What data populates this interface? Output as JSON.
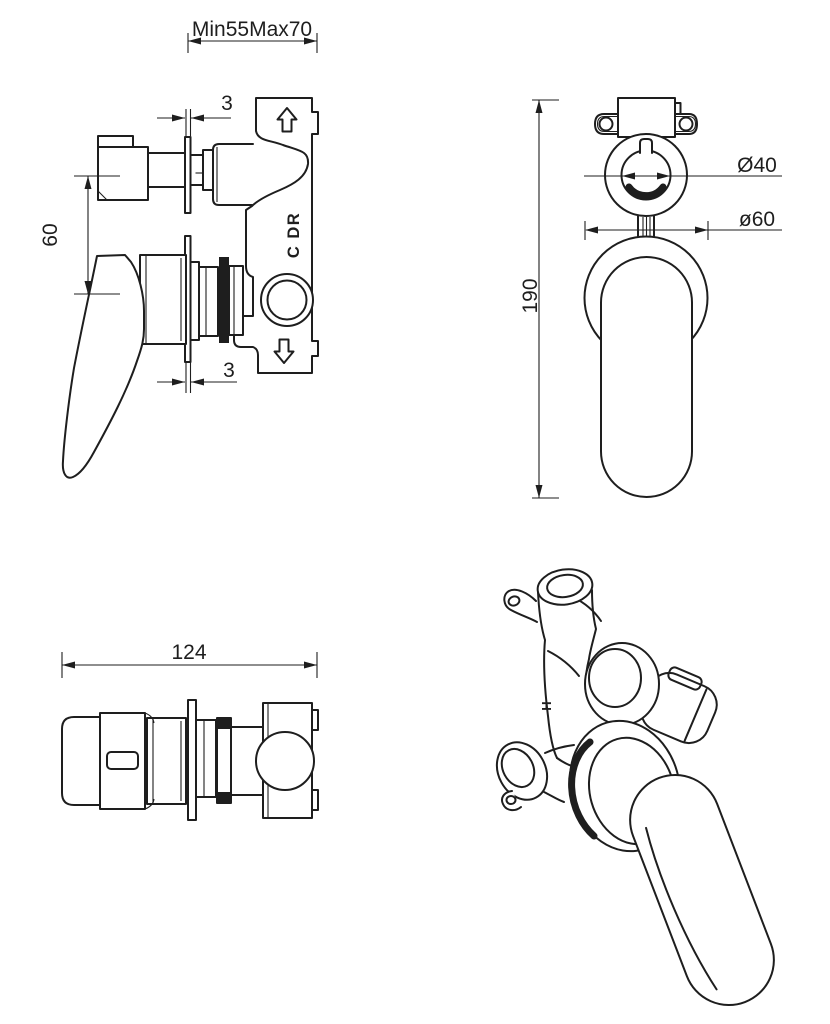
{
  "page": {
    "background": "#ffffff",
    "line_color": "#1e1e1e"
  },
  "views": {
    "side": {
      "dim_depth_range": "Min55Max70",
      "dim_plate_top": "3",
      "dim_plate_bottom": "3",
      "dim_axis_spacing": "60",
      "port_marking": "C DR"
    },
    "front": {
      "dim_height": "190",
      "dim_bore": "Ø40",
      "dim_escutcheon": "ø60"
    },
    "top": {
      "dim_width": "124"
    },
    "isometric": {
      "port_marking": "H"
    }
  }
}
